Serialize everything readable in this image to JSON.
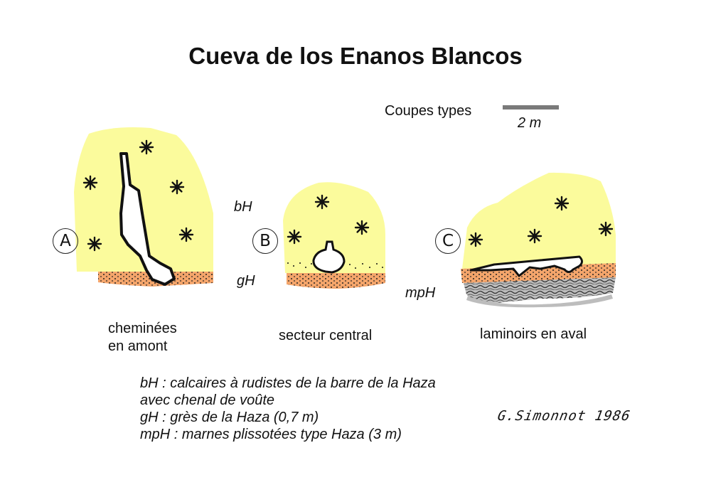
{
  "title": "Cueva de los Enanos Blancos",
  "scale": {
    "label": "Coupes types",
    "value": "2 m"
  },
  "colors": {
    "limestone": "#fbfb9c",
    "sandstone": "#f4a56b",
    "marl": "#bdbdbd",
    "cavity": "#ffffff",
    "outline": "#111111"
  },
  "units": {
    "bH": "bH",
    "gH": "gH",
    "mpH": "mpH"
  },
  "sections": [
    {
      "letter": "A",
      "caption_line1": "cheminées",
      "caption_line2": "en amont"
    },
    {
      "letter": "B",
      "caption_line1": "secteur central"
    },
    {
      "letter": "C",
      "caption_line1": "laminoirs en aval"
    }
  ],
  "legend": [
    "bH : calcaires à rudistes de la barre de la Haza",
    "avec chenal de voûte",
    "gH : grès de la Haza (0,7 m)",
    "mpH : marnes plissotées type Haza (3 m)"
  ],
  "signature": "G.Simonnot 1986"
}
